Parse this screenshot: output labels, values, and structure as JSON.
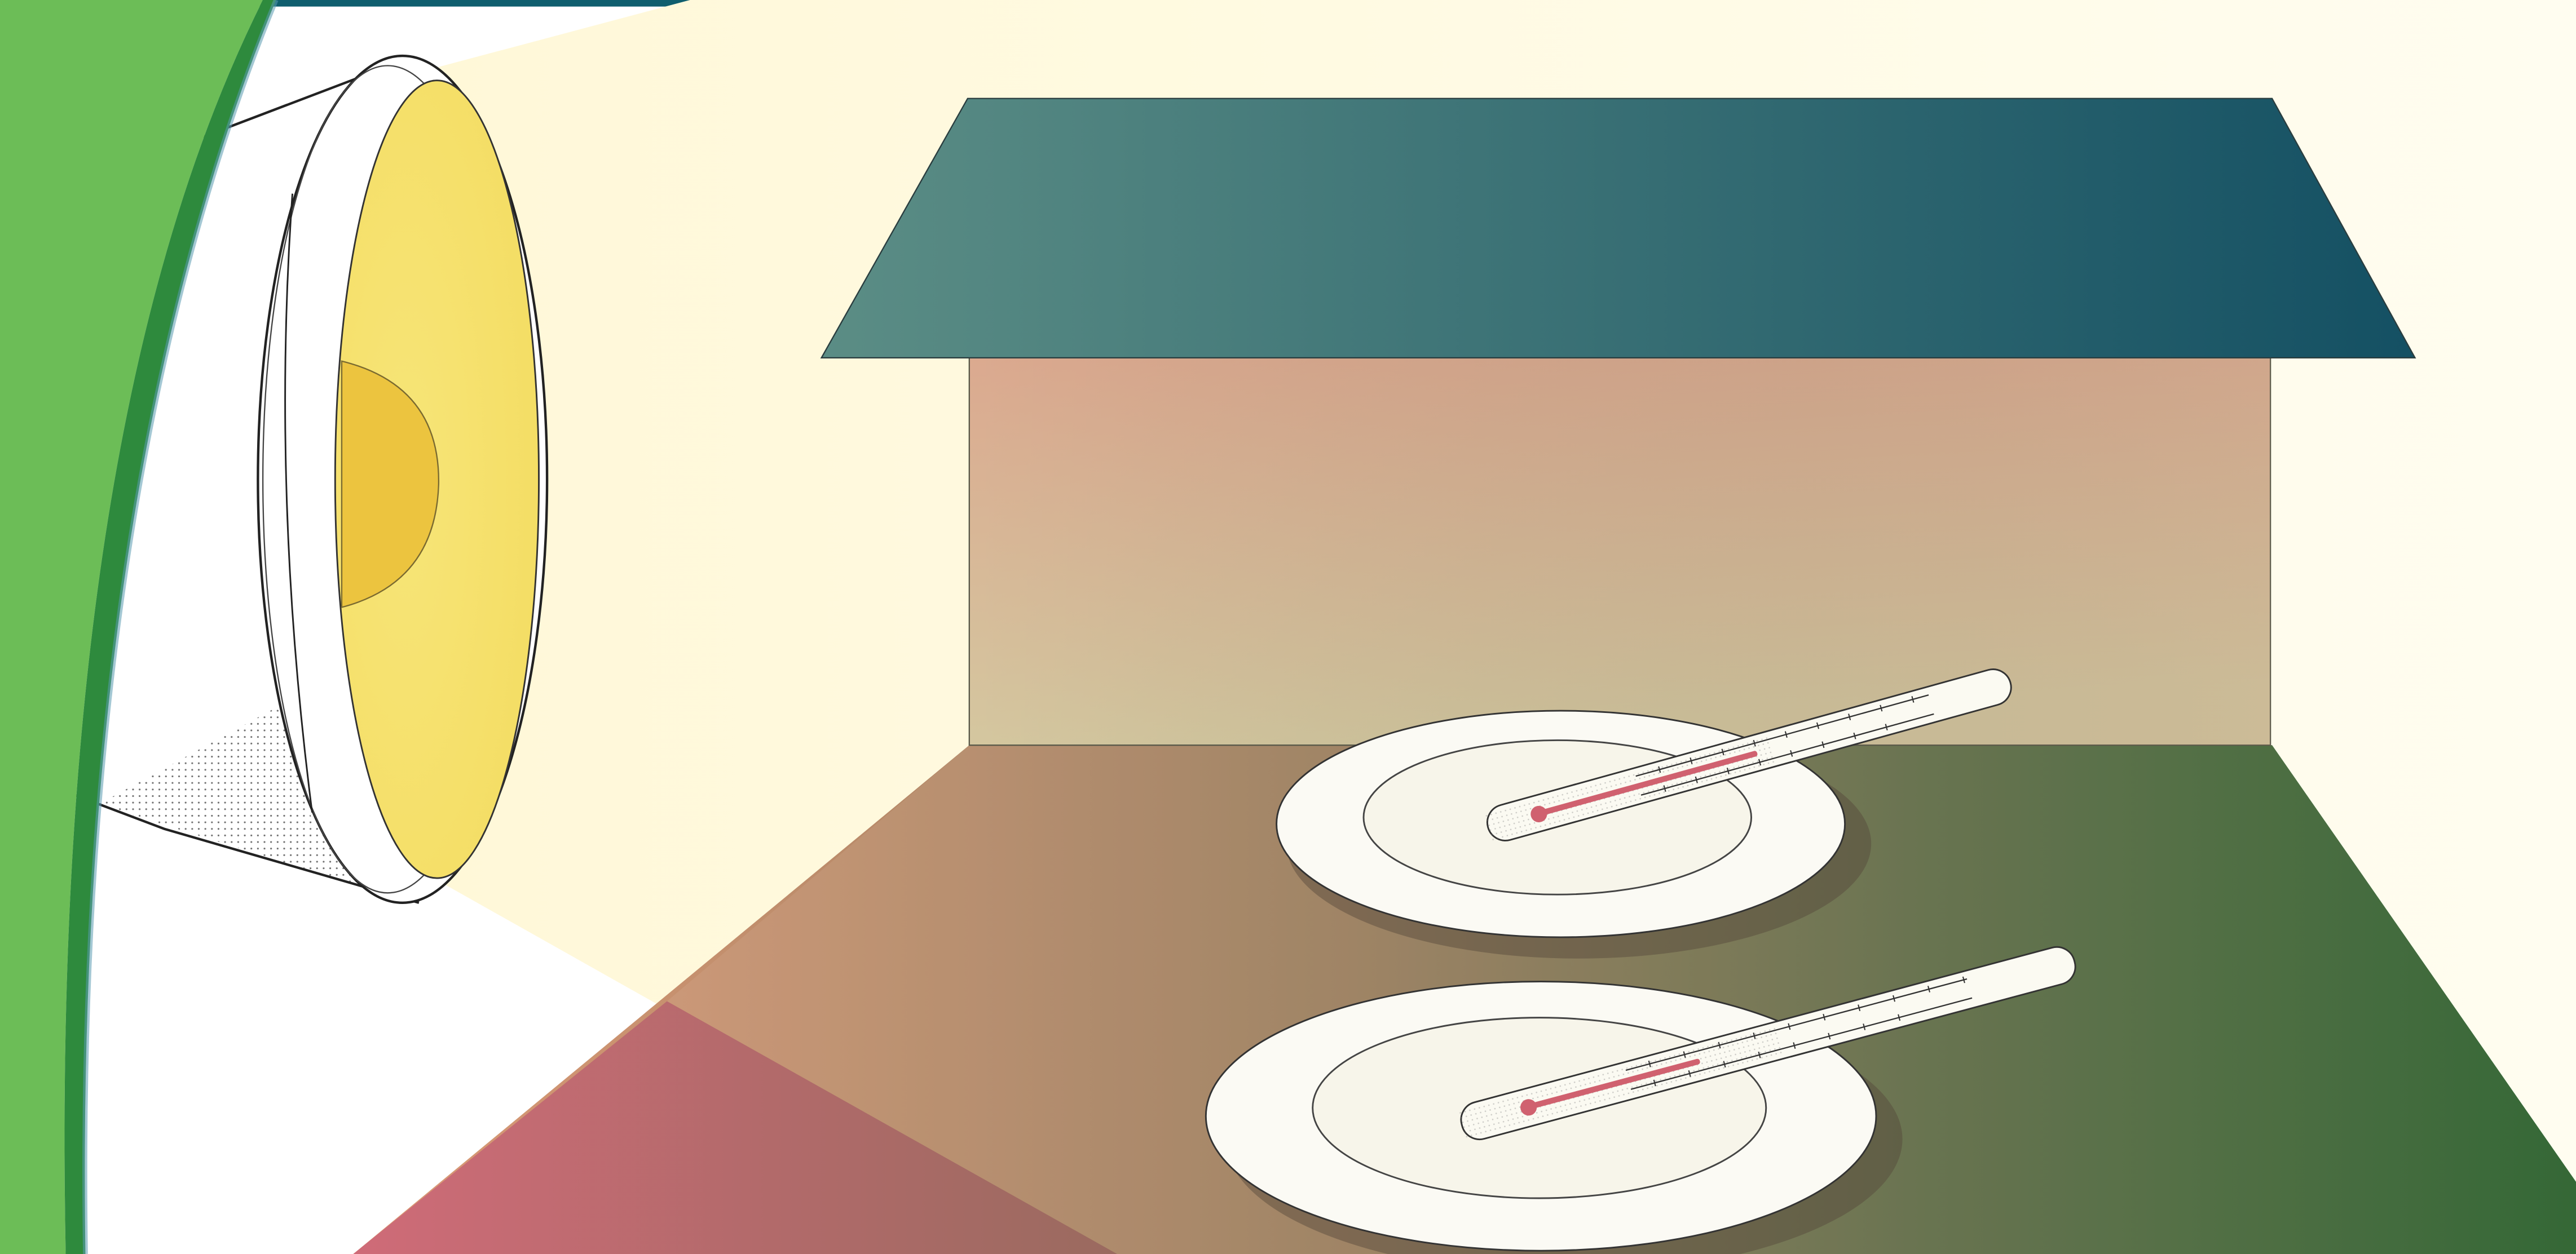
{
  "scene": {
    "description_tags": [
      "lamp",
      "light-beam",
      "house",
      "floor",
      "plate",
      "thermometer"
    ],
    "colors": {
      "top_bar": "#0f5e6e",
      "left_band_green": "#6cbd57",
      "left_band_dark": "#2e8a3d",
      "beam": "#fffbe2",
      "lamp_face": "#f6e36e",
      "lamp_bulb": "#ecc43f",
      "roof_left": "#5b8d85",
      "roof_right": "#145063",
      "wall_top_left": "#dba98f",
      "wall_top_right": "#d09a8a",
      "wall_bottom_left": "#d5c8a0",
      "wall_bottom_right": "#c6b696",
      "floor_left": "#d79776",
      "floor_mid": "#957a5b",
      "floor_right": "#275e2b",
      "floor_lit_pink": "#c86a78",
      "plate": "#fbfaf4",
      "thermometer_red": "#d0616f"
    }
  }
}
